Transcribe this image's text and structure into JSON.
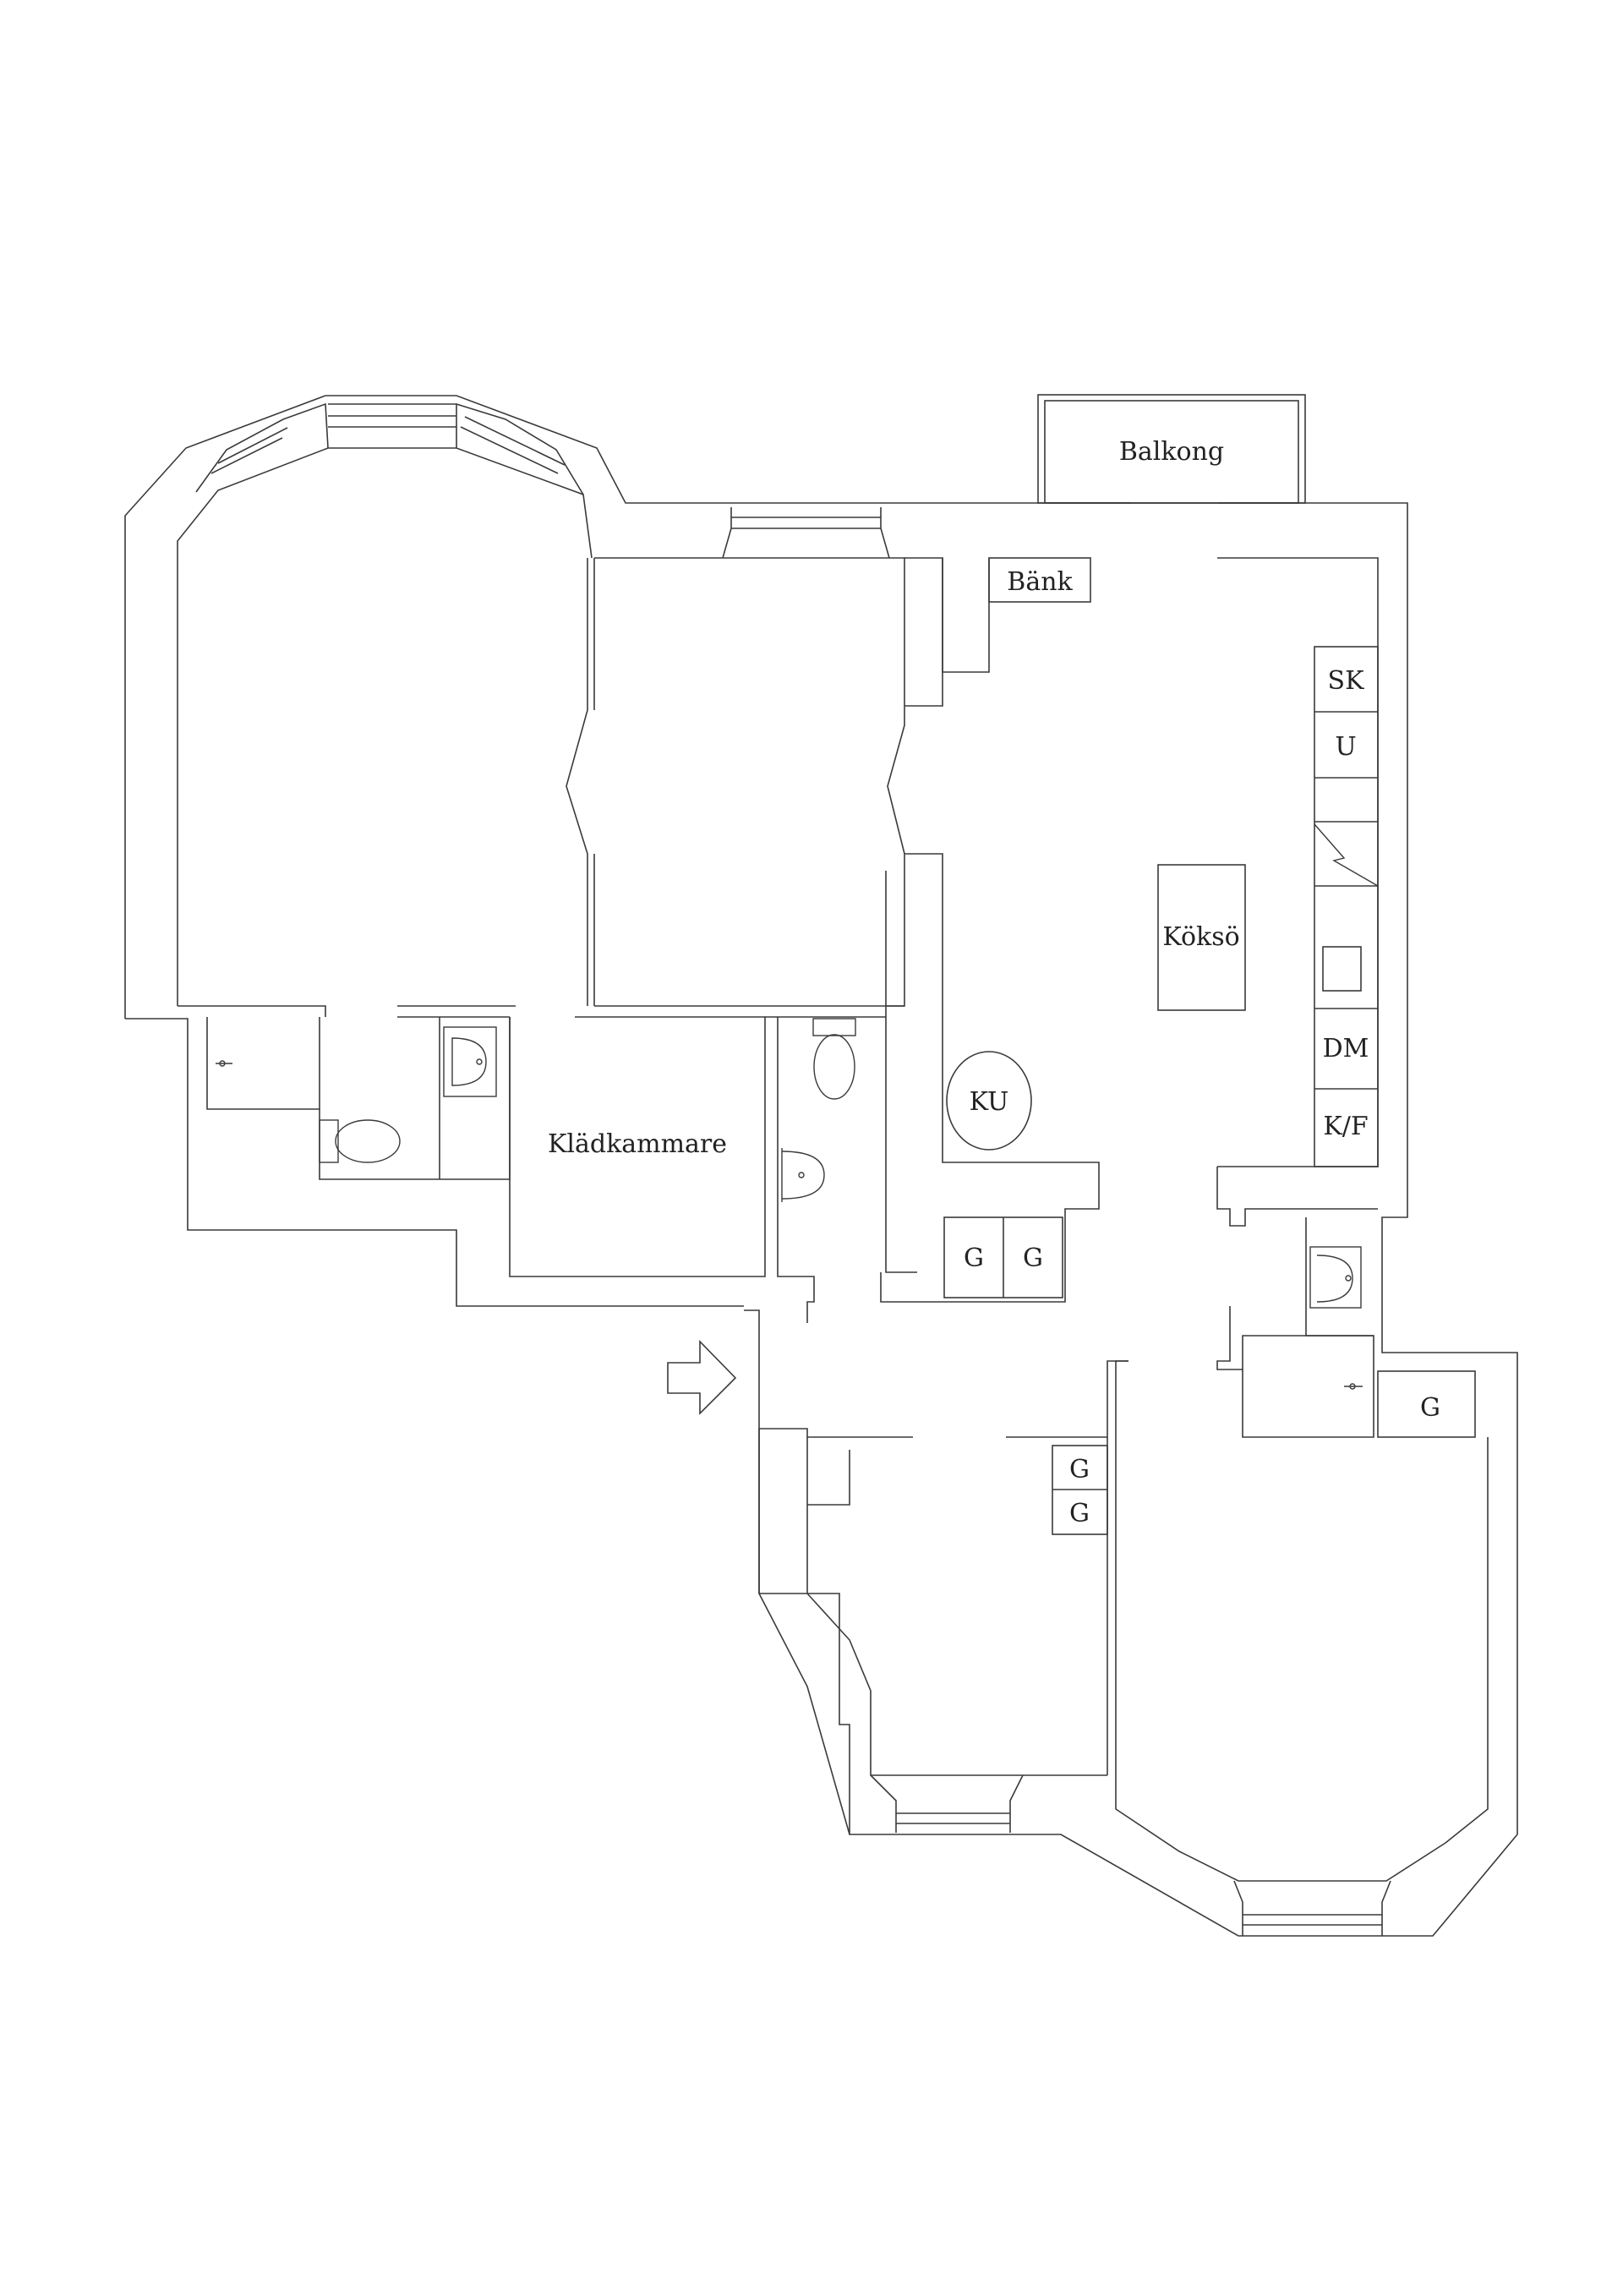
{
  "labels": {
    "balkong": "Balkong",
    "bank": "Bänk",
    "sk": "SK",
    "u": "U",
    "dm": "DM",
    "kf": "K/F",
    "kokso": "Köksö",
    "ku": "KU",
    "kladkammare": "Klädkammare",
    "g1": "G",
    "g2": "G",
    "g3": "G",
    "g4": "G",
    "g5": "G"
  }
}
